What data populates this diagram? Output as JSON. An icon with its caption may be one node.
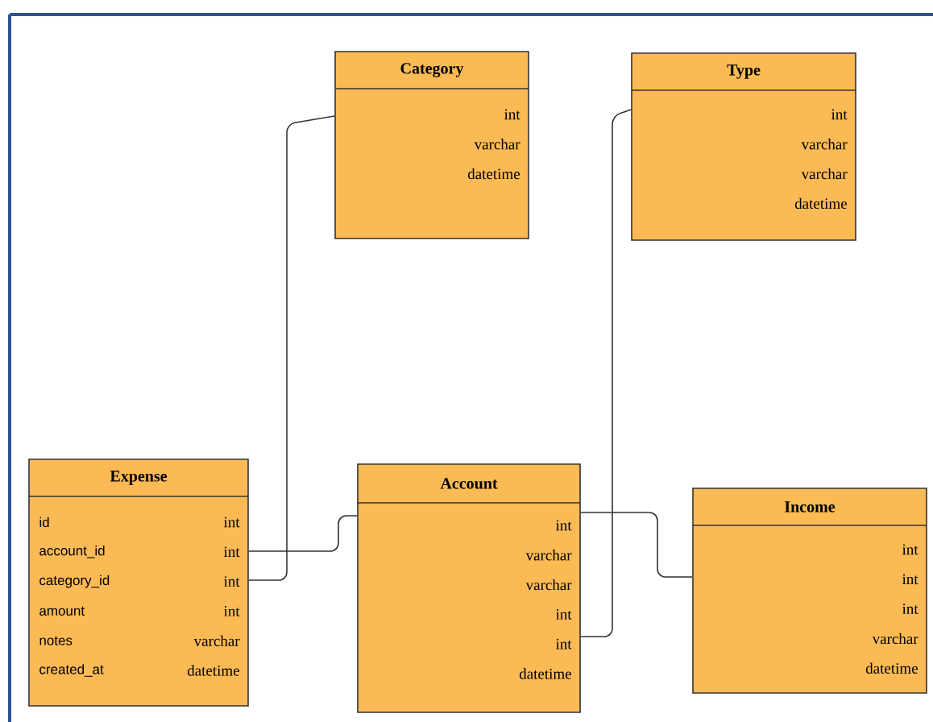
{
  "diagram": {
    "nodes": [
      {
        "text": [
          "Category",
          "int",
          "varchar",
          "datetime"
        ]
      },
      {
        "text": [
          "Type",
          "int",
          "varchar",
          "varchar",
          "datetime"
        ]
      },
      {
        "text": [
          "Expense",
          "id",
          "int",
          "account_id",
          "int",
          "category_id",
          "int",
          "amount",
          "int",
          "notes",
          "varchar",
          "created_at",
          "datetime"
        ]
      },
      {
        "text": [
          "Account",
          "int",
          "varchar",
          "varchar",
          "int",
          "int",
          "datetime"
        ]
      },
      {
        "text": [
          "Income",
          "int",
          "int",
          "int",
          "varchar",
          "datetime"
        ]
      }
    ],
    "edges": [
      {
        "from": 2,
        "to": 3,
        "arrow": "none"
      },
      {
        "from": 2,
        "to": 0,
        "arrow": "none"
      },
      {
        "from": 3,
        "to": 1,
        "arrow": "none"
      },
      {
        "from": 3,
        "to": 4,
        "arrow": "none"
      }
    ]
  }
}
